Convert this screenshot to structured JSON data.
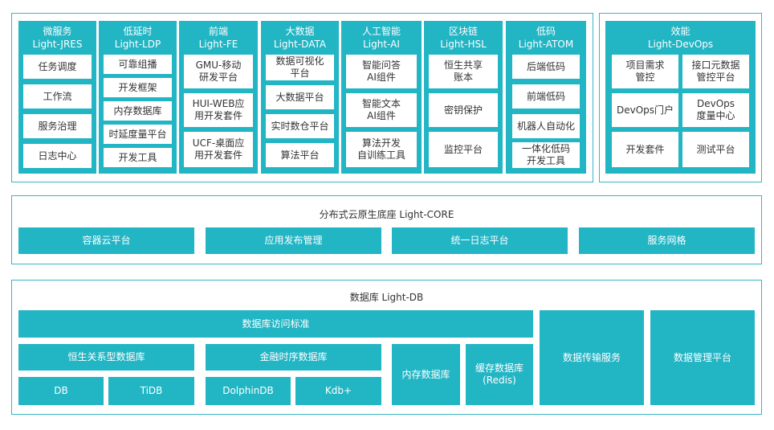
{
  "top_columns": [
    {
      "title": "微服务",
      "subtitle": "Light-JRES",
      "items": [
        "任务调度",
        "工作流",
        "服务治理",
        "日志中心"
      ]
    },
    {
      "title": "低延时",
      "subtitle": "Light-LDP",
      "items": [
        "可靠组播",
        "开发框架",
        "内存数据库",
        "时延度量平台",
        "开发工具"
      ]
    },
    {
      "title": "前端",
      "subtitle": "Light-FE",
      "items": [
        "GMU-移动\n研发平台",
        "HUI-WEB应\n用开发套件",
        "UCF-桌面应\n用开发套件"
      ]
    },
    {
      "title": "大数据",
      "subtitle": "Light-DATA",
      "items": [
        "数据可视化\n平台",
        "大数据平台",
        "实时数仓平台",
        "算法平台"
      ]
    },
    {
      "title": "人工智能",
      "subtitle": "Light-AI",
      "items": [
        "智能问答\nAI组件",
        "智能文本\nAI组件",
        "算法开发\n自训练工具"
      ]
    },
    {
      "title": "区块链",
      "subtitle": "Light-HSL",
      "items": [
        "恒生共享\n账本",
        "密钥保护",
        "监控平台"
      ]
    },
    {
      "title": "低码",
      "subtitle": "Light-ATOM",
      "items": [
        "后端低码",
        "前端低码",
        "机器人自动化",
        "一体化低码\n开发工具"
      ]
    }
  ],
  "devops": {
    "title": "效能",
    "subtitle": "Light-DevOps",
    "items": [
      "项目需求\n管控",
      "接口元数据\n管控平台",
      "DevOps门户",
      "DevOps\n度量中心",
      "开发套件",
      "测试平台"
    ]
  },
  "core": {
    "title": "分布式云原生底座 Light-CORE",
    "items": [
      "容器云平台",
      "应用发布管理",
      "统一日志平台",
      "服务网格"
    ]
  },
  "db": {
    "title": "数据库 Light-DB",
    "access_standard": "数据库访问标准",
    "relational": {
      "title": "恒生关系型数据库",
      "items": [
        "DB",
        "TiDB"
      ]
    },
    "timeseries": {
      "title": "金融时序数据库",
      "items": [
        "DolphinDB",
        "Kdb+"
      ]
    },
    "memory_db": "内存数据库",
    "cache_db": "缓存数据库\n(Redis)",
    "transfer": "数据传输服务",
    "management": "数据管理平台"
  }
}
